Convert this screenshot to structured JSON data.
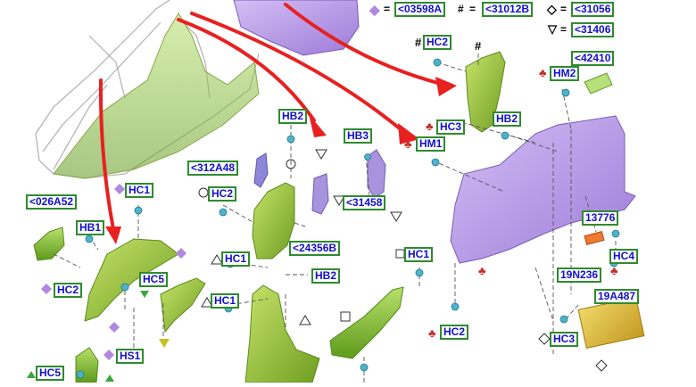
{
  "legend": {
    "diamond_filled": {
      "symbol": "◆",
      "eq": "=",
      "label": "<03598A"
    },
    "hash": {
      "symbol": "#",
      "eq": "=",
      "label": "<31012B"
    },
    "diamond_open": {
      "symbol": "◇",
      "eq": "=",
      "label": "<31056"
    },
    "triangle_open": {
      "symbol": "▽",
      "eq": "=",
      "label": "<31406"
    }
  },
  "callouts": {
    "hc2_top": "HC2",
    "hm2": "HM2",
    "p42410": "<42410",
    "hb2_a": "HB2",
    "hc3_a": "HC3",
    "hb2_b": "HB2",
    "hb3": "HB3",
    "hm1": "HM1",
    "p312a48": "<312A48",
    "hc1_a": "HC1",
    "hc2_b": "HC2",
    "p31458": "<31458",
    "p026a52": "<026A52",
    "hb1": "HB1",
    "p24356b": "<24356B",
    "p13776": "13776",
    "hc1_b": "HC1",
    "hc1_c": "HC1",
    "hb2_c": "HB2",
    "hc4": "HC4",
    "hc2_c": "HC2",
    "hc5_a": "HC5",
    "p19n236": "19N236",
    "hc1_d": "HC1",
    "p19a487": "19A487",
    "hs1": "HS1",
    "hc2_d": "HC2",
    "hc3_b": "HC3",
    "hc5_b": "HC5"
  },
  "colors": {
    "tag_border": "#2e8b2e",
    "tag_text": "#1010cc",
    "panel_purple": "#b79ae6",
    "panel_green": "#8fc23a",
    "panel_yellow": "#d8b838",
    "arrow_red": "#e82020",
    "clip_teal": "#4fb3c8",
    "diamond_marker": "#b088e0",
    "club_marker": "#c03030",
    "triangle_marker": "#3aa83a"
  }
}
